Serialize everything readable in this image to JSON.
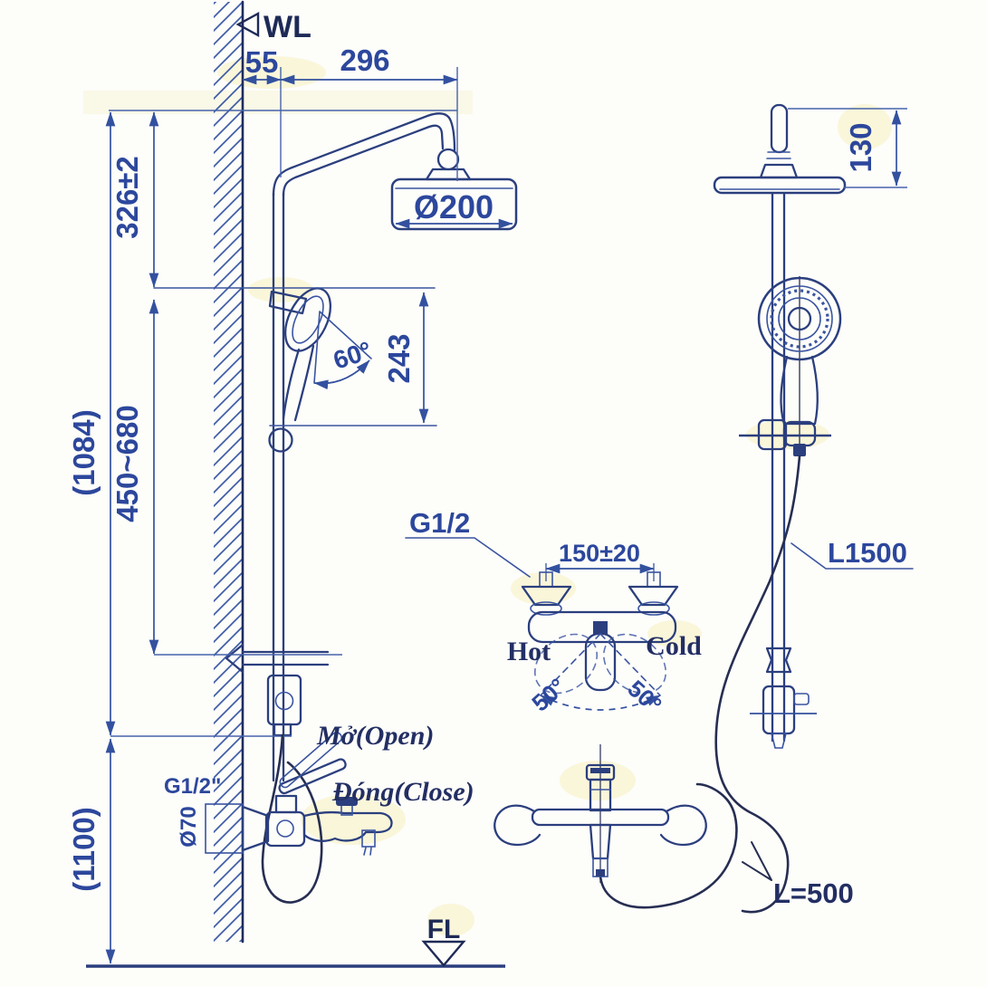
{
  "drawing": {
    "title": "Shower column technical installation drawing",
    "markers": {
      "water_line": "WL",
      "floor_line": "FL"
    },
    "colors": {
      "ink": "#33519f",
      "ink_dark": "#1f2c5e",
      "hose": "#262e52",
      "highlight": "#f7f1bd",
      "background": "#fdfdfa"
    },
    "side_view": {
      "dim_wall_offset": "55",
      "dim_arm_reach": "296",
      "dim_top_to_bracket": "326±2",
      "dim_slide_range": "450~680",
      "dim_column_height": "(1084)",
      "dim_mixer_to_floor": "(1100)",
      "dim_handshower_length": "243",
      "dim_head_diameter": "Ø200",
      "angle_handshower": "60°",
      "label_open": "Mở(Open)",
      "label_close": "Đóng(Close)",
      "label_inlet_thread": "G1/2\"",
      "label_escutcheon_dia": "Ø70"
    },
    "plan_view": {
      "label_supply_thread": "G1/2",
      "dim_inlet_spacing": "150±20",
      "label_hot": "Hot",
      "label_cold": "Cold",
      "angle_swing_left": "50°",
      "angle_swing_right": "50°"
    },
    "front_view": {
      "dim_head_to_top": "130",
      "label_hose_length": "L1500",
      "label_spout_hose_length": "L=500"
    }
  }
}
